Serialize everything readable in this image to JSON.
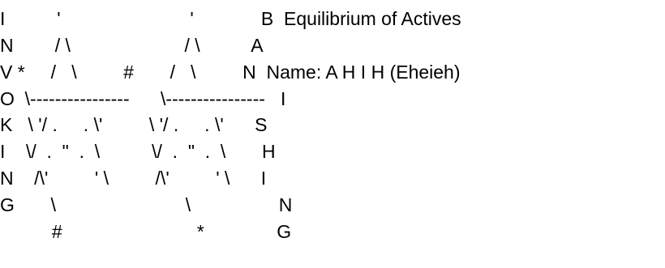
{
  "art_lines": [
    "I          '                         '             B  Equilibrium of Actives",
    "N        / \\                      / \\          A",
    "V *     /   \\         #       /   \\         N  Name: A H I H (Eheieh)",
    "O  \\----------------      \\----------------   I",
    "K   \\ '/ .     . \\'         \\ '/ .     . \\'      S",
    "I    \\/  .  \"  .  \\          \\/  .  \"  .  \\       H",
    "N    /\\'         ' \\         /\\'         ' \\      I",
    "G       \\                         \\                 N",
    "          #                          *              G"
  ]
}
